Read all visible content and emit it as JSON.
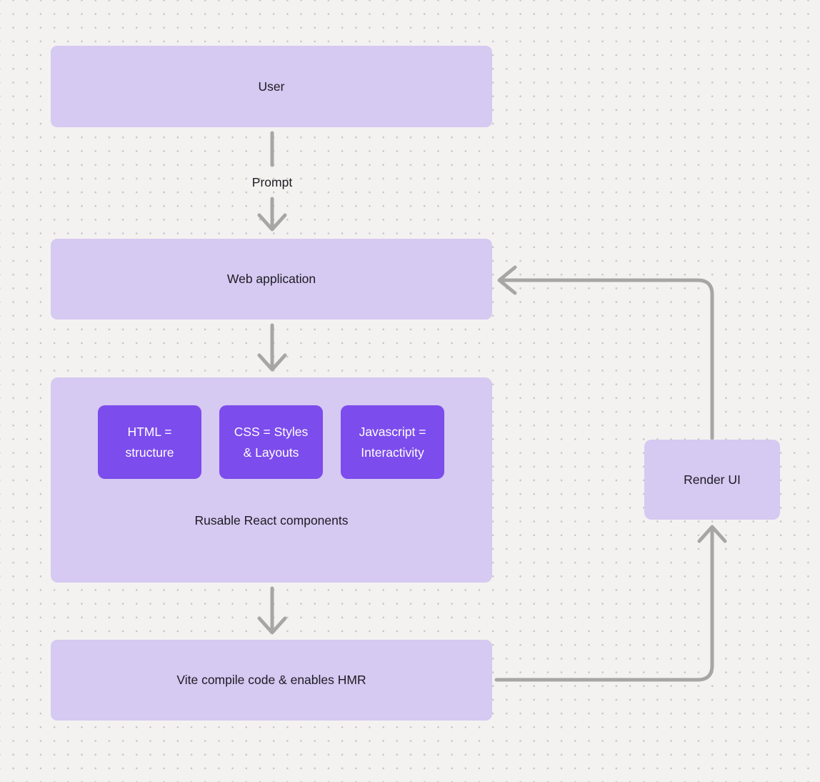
{
  "theme": {
    "bg": "#f3f2f0",
    "dot": "#c8c6c4",
    "node-light": "#d6c9f2",
    "node-dark": "#7c4cec",
    "connector": "#a8a6a3",
    "text-dark": "#1d1b22",
    "text-light": "#ffffff"
  },
  "diagram": {
    "nodes": {
      "user": {
        "label": "User"
      },
      "web_application": {
        "label": "Web application"
      },
      "components": {
        "caption": "Rusable React components",
        "children": [
          {
            "label": "HTML = structure"
          },
          {
            "label": "CSS = Styles & Layouts"
          },
          {
            "label": "Javascript = Interactivity"
          }
        ]
      },
      "vite": {
        "label": "Vite compile code & enables HMR"
      },
      "render_ui": {
        "label": "Render UI"
      }
    },
    "edge_labels": {
      "prompt": "Prompt"
    }
  }
}
